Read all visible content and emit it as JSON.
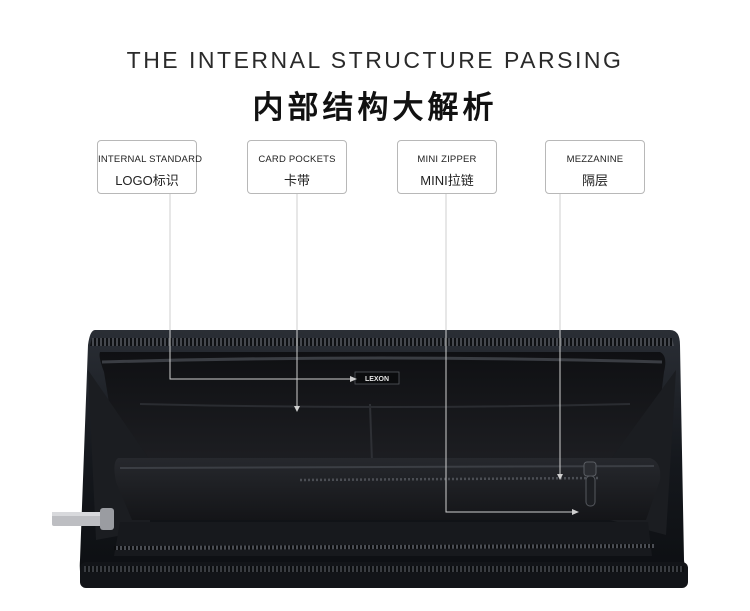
{
  "heading": {
    "english": "THE INTERNAL STRUCTURE PARSING",
    "chinese": "内部结构大解析"
  },
  "labels": [
    {
      "english": "INTERNAL STANDARD",
      "chinese": "LOGO标识"
    },
    {
      "english": "CARD POCKETS",
      "chinese": "卡带"
    },
    {
      "english": "MINI ZIPPER",
      "chinese": "MINI拉链"
    },
    {
      "english": "MEZZANINE",
      "chinese": "隔层"
    }
  ],
  "product": {
    "brand_logo": "LEXON",
    "colors": {
      "wallet": "#15181d",
      "lining": "#1c1d20",
      "callout_line": "#cfcfcf"
    }
  }
}
